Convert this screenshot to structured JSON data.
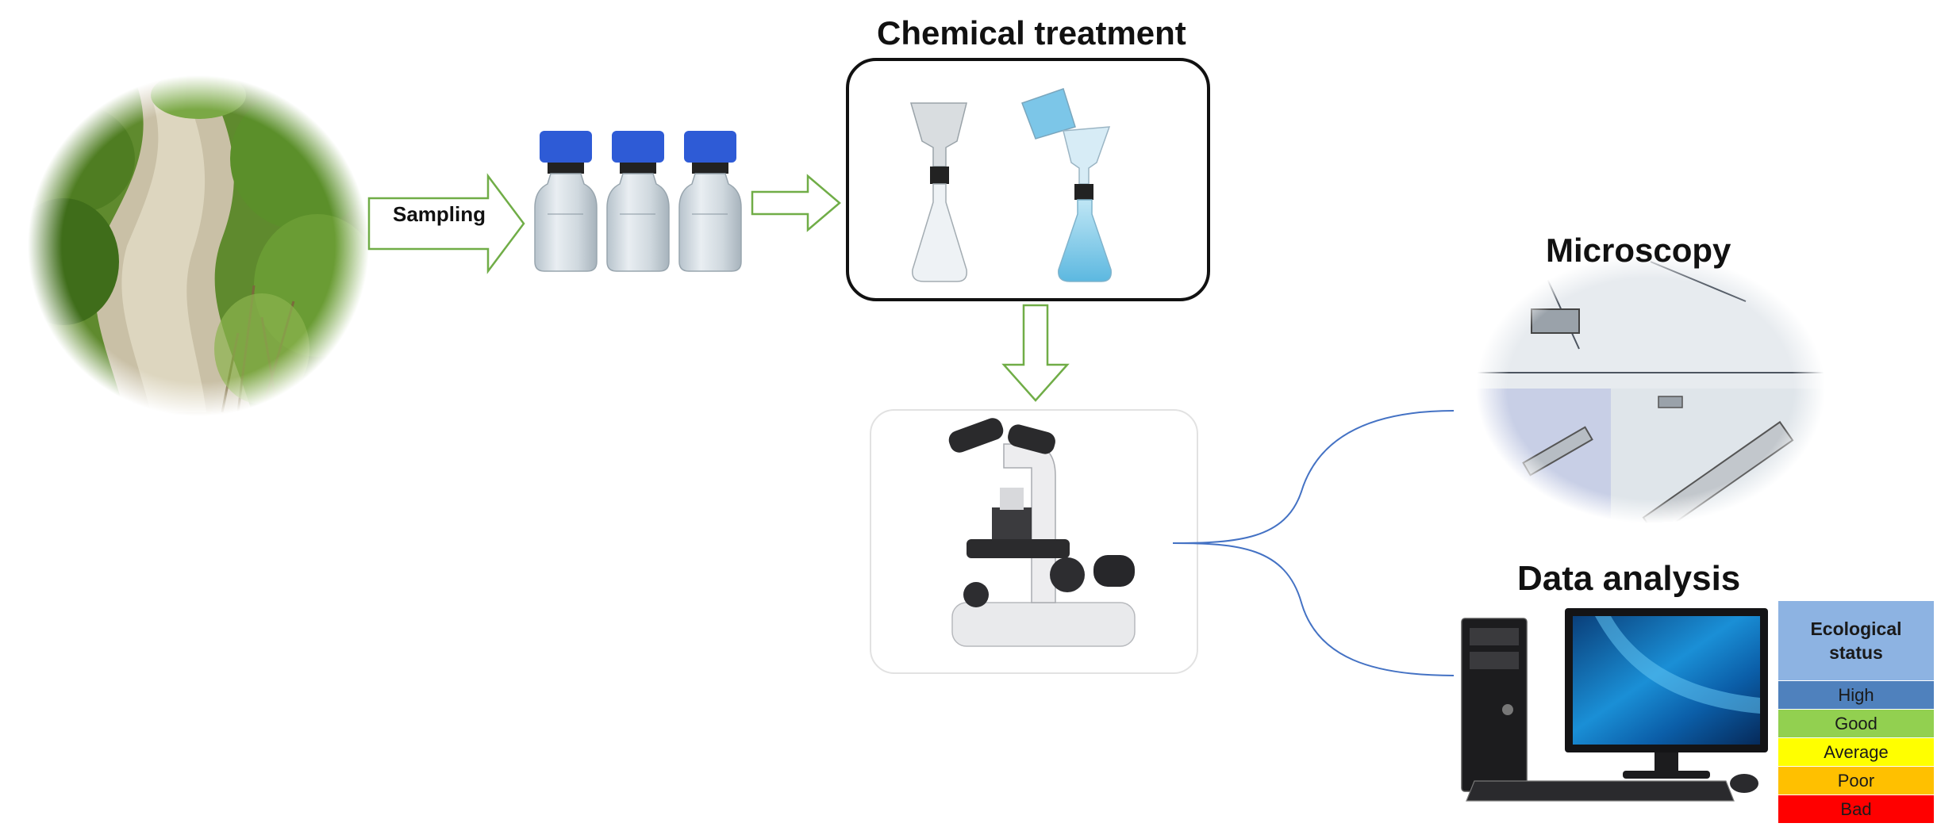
{
  "labels": {
    "sampling": "Sampling",
    "chemical_treatment": "Chemical treatment",
    "microscopy": "Microscopy",
    "data_analysis": "Data analysis"
  },
  "ecological_status": {
    "header_line1": "Ecological",
    "header_line2": "status",
    "header_color": "#8db3e2",
    "rows": [
      {
        "label": "High",
        "color": "#4f81bd"
      },
      {
        "label": "Good",
        "color": "#92d050"
      },
      {
        "label": "Average",
        "color": "#ffff00"
      },
      {
        "label": "Poor",
        "color": "#ffc000"
      },
      {
        "label": "Bad",
        "color": "#ff0000"
      }
    ]
  },
  "colors": {
    "arrow_outline": "#70ad47",
    "connector_line": "#4472c4",
    "bottle_cap": "#2e5bd6"
  },
  "icons": [
    "river-photo",
    "bottle-icon",
    "funnel-flask-icon",
    "microscope-icon",
    "diatom-micrograph",
    "computer-icon"
  ]
}
